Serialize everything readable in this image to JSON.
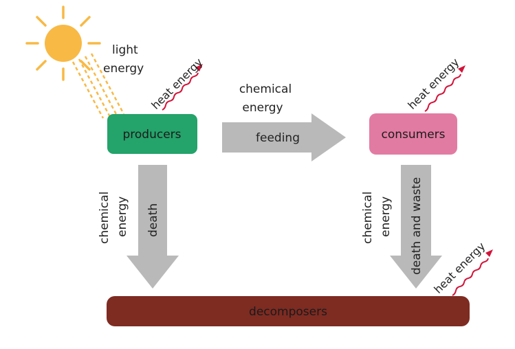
{
  "colors": {
    "sun": "#F8B945",
    "producers": "#24A36A",
    "consumers": "#E27BA2",
    "decomposers": "#7E2B22",
    "arrow": "#B9B9B9",
    "heat": "#D2143A",
    "text": "#222222"
  },
  "icons": {
    "sun": "sun-icon",
    "heat": "heat-wave-icon"
  },
  "labels": {
    "light_energy_line1": "light",
    "light_energy_line2": "energy",
    "heat_producers": "heat energy",
    "heat_consumers": "heat energy",
    "heat_decomposers": "heat energy",
    "chem_top_line1": "chemical",
    "chem_top_line2": "energy",
    "feeding": "feeding",
    "chem_left_line1": "chemical",
    "chem_left_line2": "energy",
    "death": "death",
    "chem_right_line1": "chemical",
    "chem_right_line2": "energy",
    "death_waste": "death and waste"
  },
  "nodes": {
    "producers": "producers",
    "consumers": "consumers",
    "decomposers": "decomposers"
  }
}
